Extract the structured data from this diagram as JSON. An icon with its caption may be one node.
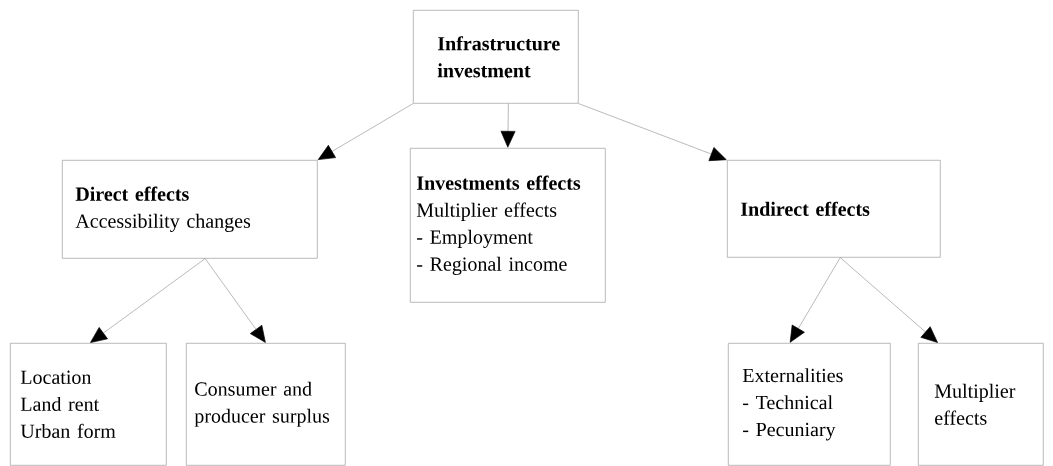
{
  "diagram": {
    "nodes": [
      {
        "text": [
          "Infrastructure investment"
        ]
      },
      {
        "text": [
          "Direct effects",
          "Accessibility changes"
        ]
      },
      {
        "text": [
          "Investments effects",
          "Multiplier effects",
          "- Employment",
          "- Regional income"
        ]
      },
      {
        "text": [
          "Indirect effects"
        ]
      },
      {
        "text": [
          "Location",
          "Land rent",
          "Urban form"
        ]
      },
      {
        "text": [
          "Consumer and producer surplus"
        ]
      },
      {
        "text": [
          "Externalities",
          "- Technical",
          "- Pecuniary"
        ]
      },
      {
        "text": [
          "Multiplier effects"
        ]
      }
    ],
    "edges": [
      {
        "from": 0,
        "to": 1,
        "arrow": "to"
      },
      {
        "from": 0,
        "to": 2,
        "arrow": "to"
      },
      {
        "from": 0,
        "to": 3,
        "arrow": "to"
      },
      {
        "from": 1,
        "to": 4,
        "arrow": "to"
      },
      {
        "from": 1,
        "to": 5,
        "arrow": "to"
      },
      {
        "from": 3,
        "to": 6,
        "arrow": "to"
      },
      {
        "from": 3,
        "to": 7,
        "arrow": "to"
      }
    ]
  }
}
